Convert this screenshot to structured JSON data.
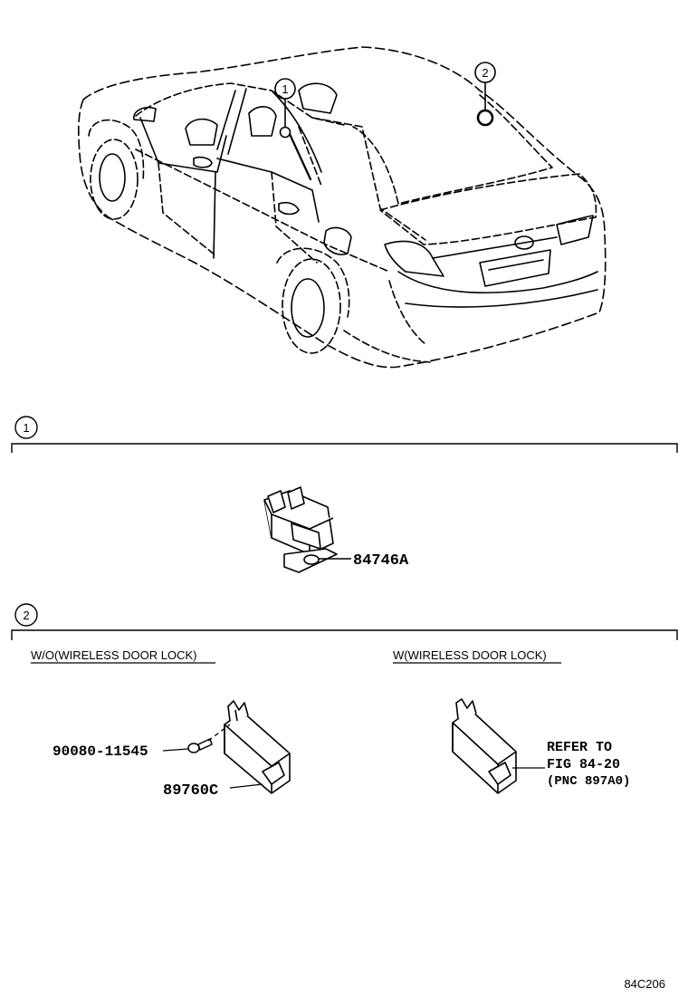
{
  "callouts": {
    "one": "1",
    "two": "2"
  },
  "section1": {
    "marker": "1",
    "part_number": "84746A"
  },
  "section2": {
    "marker": "2",
    "left_heading": "W/O(WIRELESS DOOR LOCK)",
    "right_heading": "W(WIRELESS DOOR LOCK)",
    "screw_part": "90080-11545",
    "receiver_part": "89760C",
    "refer_line1": "REFER TO",
    "refer_line2": "FIG 84-20",
    "refer_line3": "(PNC 897A0)"
  },
  "figure_code": "84C206"
}
